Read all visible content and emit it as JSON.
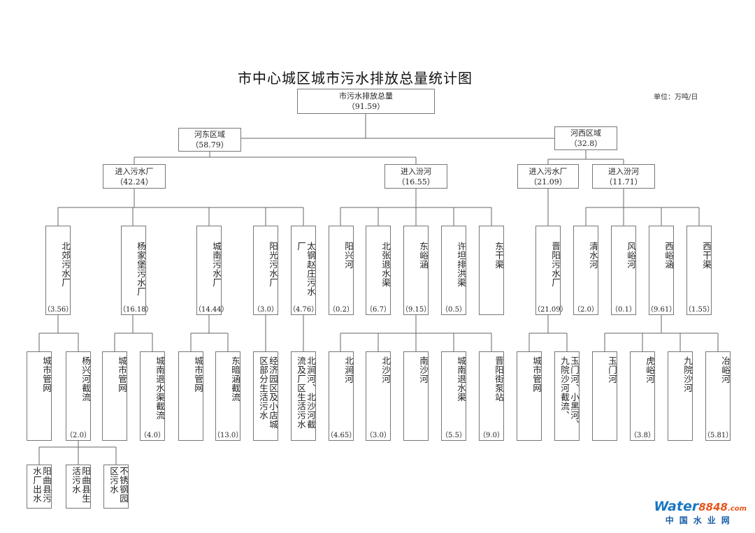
{
  "title": "市中心城区城市污水排放总量统计图",
  "unit": "单位：万吨/日",
  "nodes": {
    "root": {
      "label": "市污水排放总量",
      "value": "（91.59）"
    },
    "hedong": {
      "label": "河东区域",
      "value": "（58.79）"
    },
    "hexi": {
      "label": "河西区域",
      "value": "（32.8）"
    },
    "hd_plant": {
      "label": "进入污水厂",
      "value": "（42.24）"
    },
    "hd_fen": {
      "label": "进入汾河",
      "value": "（16.55）"
    },
    "hx_plant": {
      "label": "进入污水厂",
      "value": "（21.09）"
    },
    "hx_fen": {
      "label": "进入汾河",
      "value": "（11.71）"
    },
    "beijiao": {
      "label": "北郊污水厂",
      "value": "（3.56）"
    },
    "yangjiabao": {
      "label": "杨家堡污水厂",
      "value": "（16.18）"
    },
    "chengnan": {
      "label": "城南污水厂",
      "value": "（14.44）"
    },
    "yangguang": {
      "label": "阳光污水厂",
      "value": "（3.0）"
    },
    "taigang": {
      "label": "太钢赵庄污水厂",
      "value": "（4.76）"
    },
    "yangxing": {
      "label": "阳兴河",
      "value": "（0.2）"
    },
    "beizhang": {
      "label": "北张退水渠",
      "value": "（6.7）"
    },
    "dongyuhan": {
      "label": "东峪涵",
      "value": "（9.15）"
    },
    "xutan": {
      "label": "许坦排洪渠",
      "value": "（0.5）"
    },
    "dongganqu": {
      "label": "东干渠",
      "value": ""
    },
    "jinyang": {
      "label": "晋阳污水厂",
      "value": "（21.09）"
    },
    "qingshui": {
      "label": "清水河",
      "value": "（2.0）"
    },
    "fengyu": {
      "label": "风峪河",
      "value": "（0.1）"
    },
    "xiyuhan": {
      "label": "西峪涵",
      "value": "（9.61）"
    },
    "xiganqu": {
      "label": "西干渠",
      "value": "（1.55）"
    },
    "bj_net": {
      "label": "城市管网",
      "value": ""
    },
    "yangxinghe": {
      "label": "杨兴河截流",
      "value": "（2.0）"
    },
    "yjb_net": {
      "label": "城市管网",
      "value": ""
    },
    "cn_tuishui": {
      "label": "城南退水渠截流",
      "value": "（4.0）"
    },
    "cn_net": {
      "label": "城市管网",
      "value": ""
    },
    "dongan": {
      "label": "东暗涵截流",
      "value": "（13.0）"
    },
    "jingji": {
      "label": "经济园区及小店城区部分生活污水",
      "value": ""
    },
    "beijian_jl": {
      "label": "北涧河、北沙河截流及厂区生活污水",
      "value": ""
    },
    "beijian": {
      "label": "北涧河",
      "value": "（4.65）"
    },
    "beisha": {
      "label": "北沙河",
      "value": "（3.0）"
    },
    "nansha": {
      "label": "南沙河",
      "value": ""
    },
    "cn_tuishuiqu": {
      "label": "城南退水渠",
      "value": "（5.5）"
    },
    "jy_pump": {
      "label": "晋阳街泵站",
      "value": "（9.0）"
    },
    "jy_net": {
      "label": "城市管网",
      "value": ""
    },
    "yumen_jl": {
      "label": "玉门河、小黑河、九院沙河截流、",
      "value": ""
    },
    "yumen": {
      "label": "玉门河",
      "value": ""
    },
    "huyu": {
      "label": "虎峪河",
      "value": "（3.8）"
    },
    "jiuyuan": {
      "label": "九院沙河",
      "value": ""
    },
    "yeyu": {
      "label": "冶峪河",
      "value": "（5.81）"
    },
    "yq_plant": {
      "label": "阳曲县污水厂出水",
      "value": ""
    },
    "yq_life": {
      "label": "阳曲县生活污水",
      "value": ""
    },
    "buxiu": {
      "label": "不锈钢园区污水",
      "value": ""
    }
  },
  "watermark": {
    "brand": "Water",
    "num": "8848",
    "suffix": ".com",
    "cn": "中国水业网"
  }
}
